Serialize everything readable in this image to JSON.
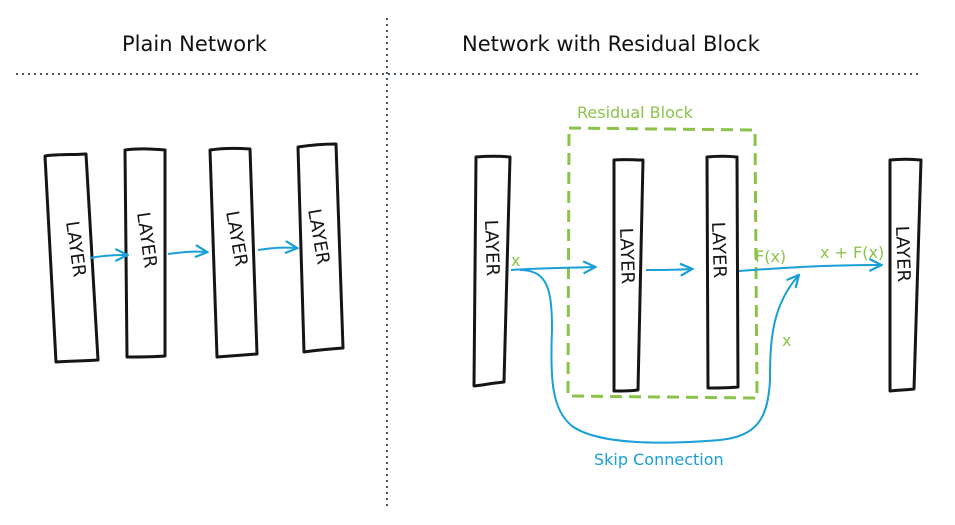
{
  "left_panel": {
    "title": "Plain Network",
    "layers": [
      "LAYER",
      "LAYER",
      "LAYER",
      "LAYER"
    ]
  },
  "right_panel": {
    "title": "Network with Residual Block",
    "layers": [
      "LAYER",
      "LAYER",
      "LAYER",
      "LAYER"
    ],
    "residual_block_label": "Residual Block",
    "input_label": "x",
    "fx_label": "F(x)",
    "sum_label": "x + F(x)",
    "skip_x_label": "x",
    "skip_label": "Skip Connection"
  },
  "colors": {
    "arrow": "#1a9fd6",
    "green": "#8bc34a",
    "ink": "#151515",
    "divider": "#4a5866"
  }
}
